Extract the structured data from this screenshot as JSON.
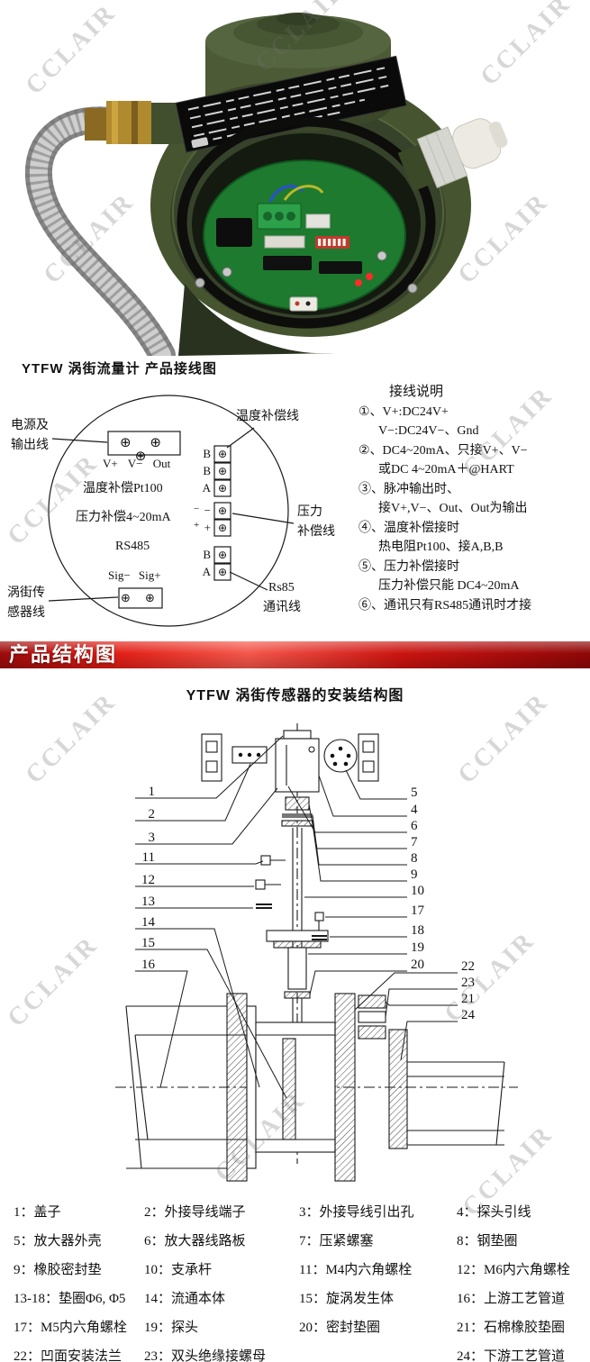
{
  "watermark": {
    "text": "CCLAIR"
  },
  "colors": {
    "banner_red": "#d81414",
    "housing_green": "#4a5a34",
    "pcb_green": "#1d7a2e",
    "watermark_gray": "#c8c8c8"
  },
  "icons": {
    "terminal_screw": "⊕",
    "terminal_screw_row3": "⊕ ⊕ ⊕",
    "terminal_screw_row2": "⊕ ⊕"
  },
  "wiring": {
    "title": "YTFW 涡街流量计 产品接线图",
    "power_label_1": "电源及",
    "power_label_2": "输出线",
    "terminal_row_caption": "V+ V− Out",
    "row_temp": "温度补偿Pt100",
    "row_pressure": "压力补偿4~20mA",
    "pressure_minus": "−",
    "pressure_plus": "+",
    "row_rs485": "RS485",
    "row_sig": "Sig− Sig+",
    "sensor_label_1": "涡街传",
    "sensor_label_2": "感器线",
    "strip_letters": [
      "B",
      "B",
      "A",
      "−",
      "+",
      "B",
      "A"
    ],
    "label_temp_line": "温度补偿线",
    "label_pressure_line_1": "压力",
    "label_pressure_line_2": "补偿线",
    "label_comm_line_1": "Rs85",
    "label_comm_line_2": "通讯线",
    "notes_title": "接线说明",
    "instructions": [
      {
        "l1": "①、V+:DC24V+",
        "l2": "V−:DC24V−、Gnd"
      },
      {
        "l1": "②、DC4~20mA、只接V+、V−",
        "l2": "或DC 4~20mA＋@HART"
      },
      {
        "l1": "③、脉冲输出时、",
        "l2": "接V+,V−、Out、Out为输出"
      },
      {
        "l1": "④、温度补偿接时",
        "l2": "热电阻Pt100、接A,B,B"
      },
      {
        "l1": "⑤、压力补偿接时",
        "l2": "压力补偿只能 DC4~20mA"
      },
      {
        "l1": "⑥、通讯只有RS485通讯时才接"
      }
    ]
  },
  "banner": {
    "title": "产品结构图"
  },
  "structure": {
    "title": "YTFW 涡街传感器的安装结构图",
    "callouts_left": [
      "1",
      "2",
      "3",
      "11",
      "12",
      "13",
      "14",
      "15",
      "16"
    ],
    "callouts_right": [
      "5",
      "4",
      "6",
      "7",
      "8",
      "9",
      "10",
      "17",
      "18",
      "19",
      "20"
    ],
    "callouts_far_right": [
      "22",
      "23",
      "21",
      "24"
    ]
  },
  "legend": {
    "items": [
      "1：盖子",
      "2：外接导线端子",
      "3：外接导线引出孔",
      "4：探头引线",
      "5：放大器外壳",
      "6：放大器线路板",
      "7：压紧螺塞",
      "8：钢垫圈",
      "9：橡胶密封垫",
      "10：支承杆",
      "11：M4内六角螺栓",
      "12：M6内六角螺栓",
      "13-18：垫圈Φ6, Φ5",
      "14：流通本体",
      "15：旋涡发生体",
      "16：上游工艺管道",
      "17：M5内六角螺栓",
      "19：探头",
      "20：密封垫圈",
      "21：石棉橡胶垫圈",
      "22：凹面安装法兰",
      "23：双头绝缘接螺母",
      "24：下游工艺管道"
    ]
  }
}
